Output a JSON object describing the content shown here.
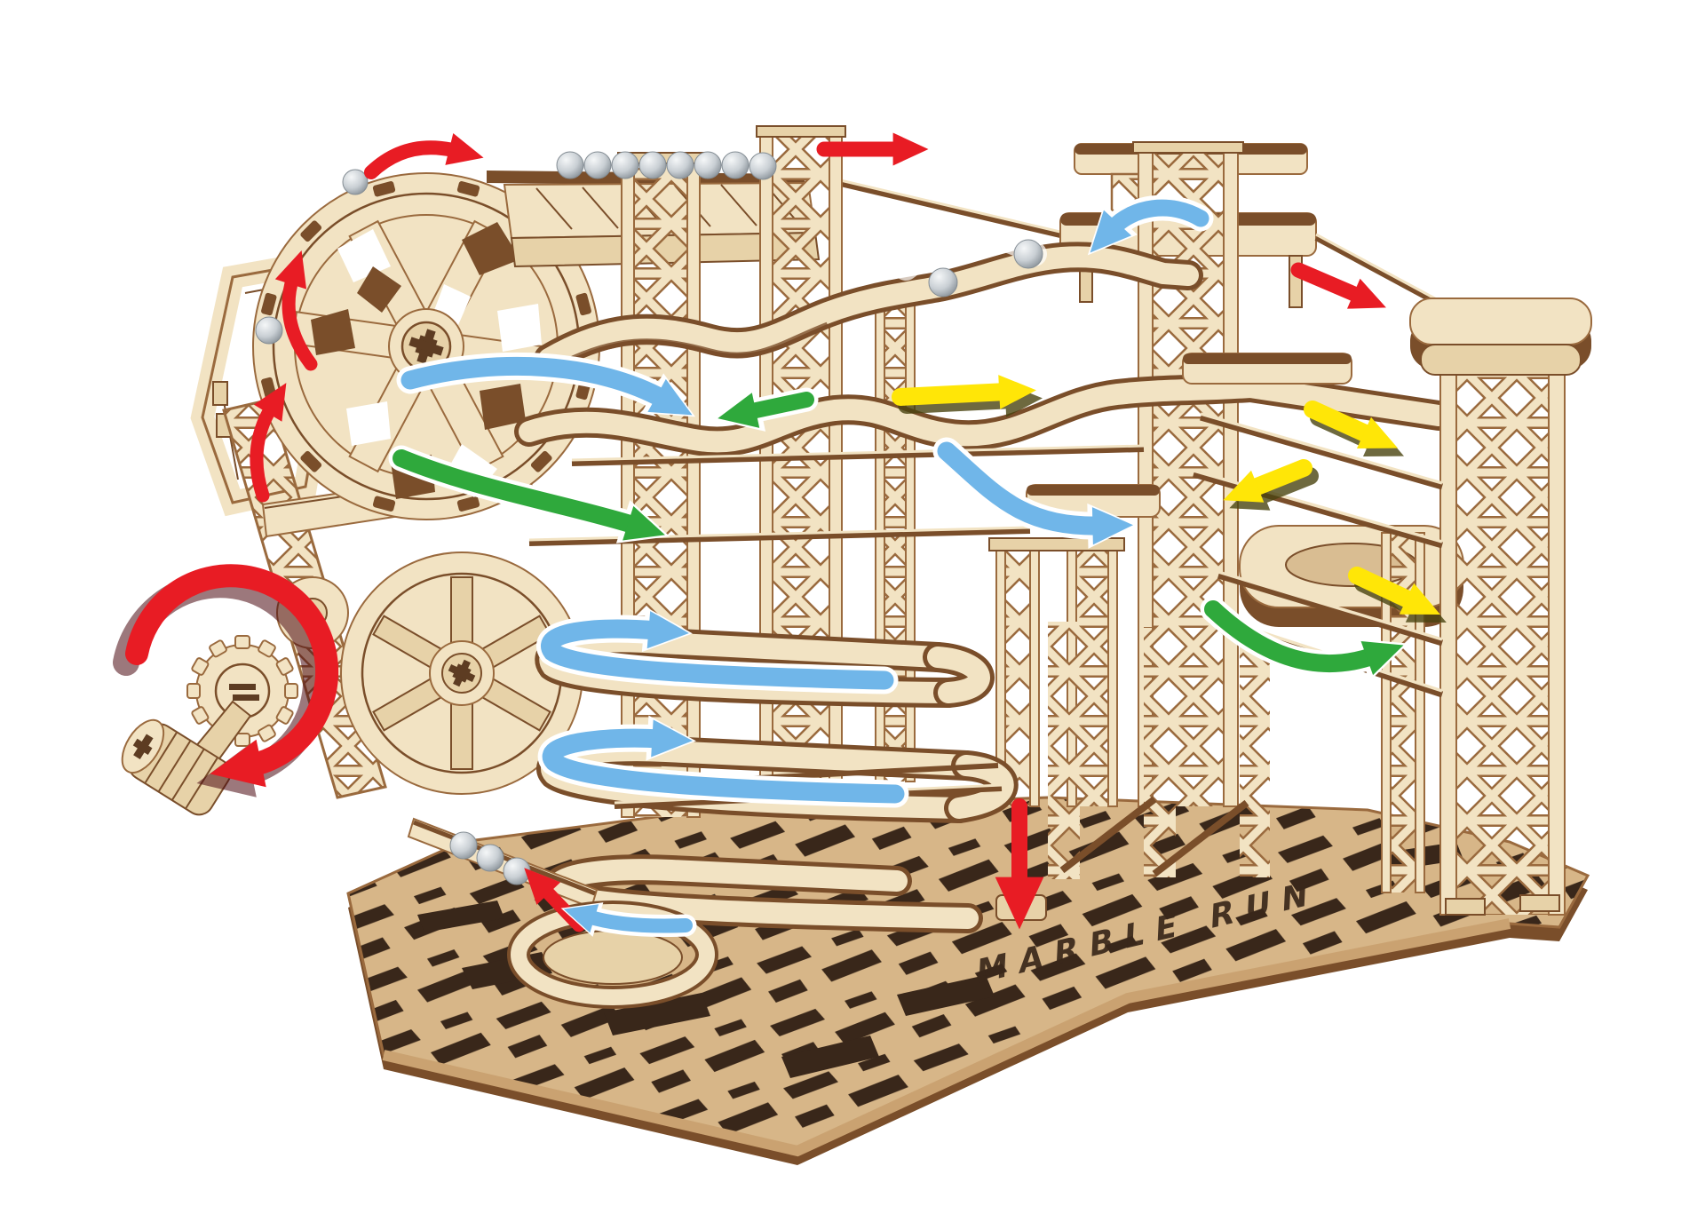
{
  "scene": {
    "background": "#ffffff",
    "subject": "wooden marble run 3d puzzle model with colored direction arrows",
    "engraving": "MARBLE RUN"
  },
  "colors": {
    "red": "#e81c24",
    "red_dark": "#8f0d1a",
    "blue": "#70b6e9",
    "green": "#2fa93c",
    "yellow": "#ffe607",
    "yellow_dark": "#4a4410",
    "wood_face": "#f2e3c3",
    "wood_hi": "#f9f0dc",
    "wood_mid": "#e7d2a8",
    "wood_shade": "#d9bd92",
    "wood_edge": "#9a6a3e",
    "burn": "#7a4e2a",
    "dark": "#5d3c22",
    "base_face": "#d7b688",
    "base_edge": "#caa271",
    "base_hole": "#39271a",
    "marble": "#c9cfd4",
    "marble_hi": "#f5f7f8",
    "marble_dk": "#848d94"
  },
  "marbles": {
    "top_row_count": 8,
    "on_track_count": 2,
    "on_wheel_count": 2,
    "return_rail_count": 3
  },
  "arrows": {
    "red": [
      {
        "id": "crank-rotation",
        "shape": "circular-clockwise"
      },
      {
        "id": "wheel-rim-upper",
        "shape": "arc-up"
      },
      {
        "id": "wheel-rim-lower",
        "shape": "arc-up"
      },
      {
        "id": "wheel-top-exit",
        "shape": "curve-right"
      },
      {
        "id": "top-rail-right",
        "shape": "straight-right"
      },
      {
        "id": "right-descent",
        "shape": "straight-right-down"
      },
      {
        "id": "center-drop",
        "shape": "straight-down"
      },
      {
        "id": "return-up-left",
        "shape": "straight-up-left"
      }
    ],
    "blue": [
      {
        "id": "top-right-curve-left",
        "shape": "curve-left-down"
      },
      {
        "id": "left-long-curve",
        "shape": "curve-right-down"
      },
      {
        "id": "mid-s-curve",
        "shape": "s-curve-right"
      },
      {
        "id": "serpentine-upper-u",
        "shape": "u-turn-left"
      },
      {
        "id": "serpentine-lower-u",
        "shape": "u-turn-left"
      },
      {
        "id": "serpentine-exit",
        "shape": "short-left"
      }
    ],
    "green": [
      {
        "id": "mid-left-point",
        "shape": "straight-left"
      },
      {
        "id": "left-down-curve",
        "shape": "curve-right-down"
      },
      {
        "id": "right-up-curve",
        "shape": "curve-right-up"
      }
    ],
    "yellow": [
      {
        "id": "mid-rail-right",
        "shape": "straight-right"
      },
      {
        "id": "right-rail-down-1",
        "shape": "straight-right-down"
      },
      {
        "id": "right-rail-left",
        "shape": "straight-left-down"
      },
      {
        "id": "right-rail-down-2",
        "shape": "straight-right-down"
      }
    ]
  }
}
